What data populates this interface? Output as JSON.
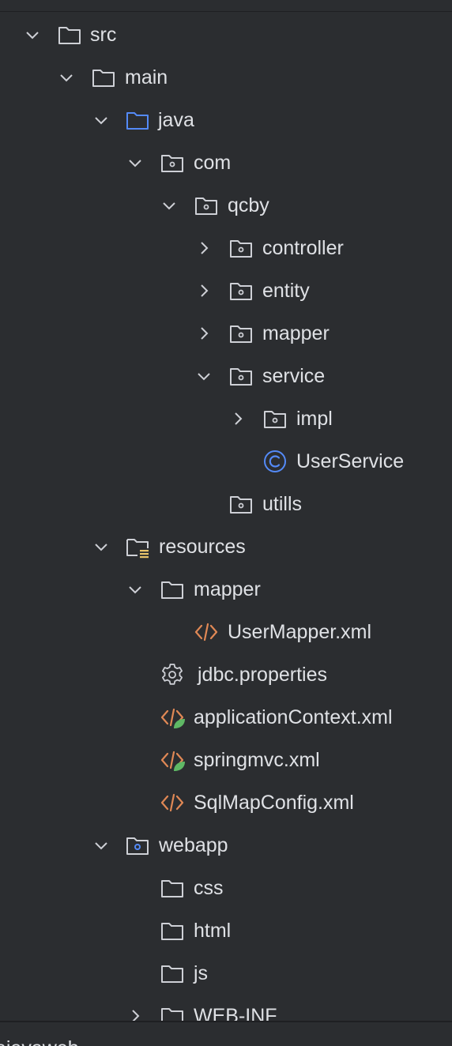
{
  "tree": {
    "items": [
      {
        "label": "src",
        "icon": "folder-icon",
        "expanded": true
      },
      {
        "label": "main",
        "icon": "folder-icon",
        "expanded": true
      },
      {
        "label": "java",
        "icon": "source-folder-icon",
        "expanded": true
      },
      {
        "label": "com",
        "icon": "package-icon",
        "expanded": true
      },
      {
        "label": "qcby",
        "icon": "package-icon",
        "expanded": true
      },
      {
        "label": "controller",
        "icon": "package-icon",
        "expanded": false
      },
      {
        "label": "entity",
        "icon": "package-icon",
        "expanded": false
      },
      {
        "label": "mapper",
        "icon": "package-icon",
        "expanded": false
      },
      {
        "label": "service",
        "icon": "package-icon",
        "expanded": true
      },
      {
        "label": "impl",
        "icon": "package-icon",
        "expanded": false
      },
      {
        "label": "UserService",
        "icon": "class-icon"
      },
      {
        "label": "utills",
        "icon": "package-icon"
      },
      {
        "label": "resources",
        "icon": "resources-folder-icon",
        "expanded": true
      },
      {
        "label": "mapper",
        "icon": "folder-icon",
        "expanded": true
      },
      {
        "label": "UserMapper.xml",
        "icon": "xml-file-icon"
      },
      {
        "label": "jdbc.properties",
        "icon": "properties-file-icon"
      },
      {
        "label": "applicationContext.xml",
        "icon": "spring-xml-file-icon"
      },
      {
        "label": "springmvc.xml",
        "icon": "spring-xml-file-icon"
      },
      {
        "label": "SqlMapConfig.xml",
        "icon": "xml-file-icon"
      },
      {
        "label": "webapp",
        "icon": "web-folder-icon",
        "expanded": true
      },
      {
        "label": "css",
        "icon": "folder-icon"
      },
      {
        "label": "html",
        "icon": "folder-icon"
      },
      {
        "label": "js",
        "icon": "folder-icon"
      },
      {
        "label": "WEB-INF",
        "icon": "folder-icon",
        "expanded": false
      }
    ]
  },
  "bottom": {
    "label": "ajavaweb"
  },
  "colors": {
    "background": "#2b2d30",
    "text": "#dfe1e5",
    "icon": "#ced0d6",
    "source_folder": "#548af7",
    "class_icon": "#548af7",
    "xml": "#e08855",
    "spring": "#5fb865",
    "resources_badge": "#e9c46a"
  }
}
